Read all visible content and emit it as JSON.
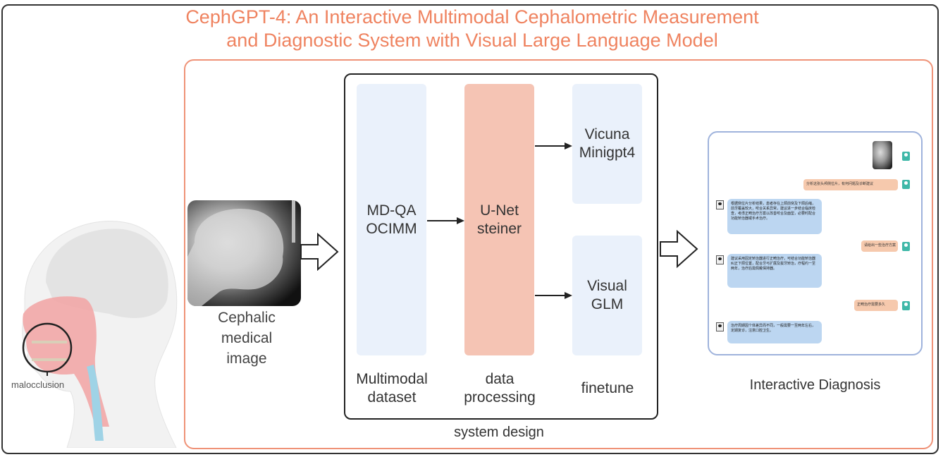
{
  "title": {
    "line1": "CephGPT-4: An Interactive Multimodal Cephalometric Measurement",
    "line2": "and Diagnostic System with Visual Large Language Model"
  },
  "colors": {
    "title": "#ef8360",
    "frame_orange": "#ef9277",
    "column_blue": "#eaf1fb",
    "column_salmon": "#f5c4b4",
    "chat_border": "#9fb3dc",
    "user_bubble": "#f6c9ad",
    "bot_bubble": "#bcd6f1",
    "user_icon": "#3fb8a8"
  },
  "illustration": {
    "annotation": "malocclusion"
  },
  "input": {
    "label_lines": [
      "Cephalic",
      "medical",
      "image"
    ]
  },
  "system_design": {
    "label": "system design",
    "columns": [
      {
        "boxes": [
          {
            "lines": [
              "MD-QA",
              "OCIMM"
            ]
          }
        ],
        "label_lines": [
          "Multimodal",
          "dataset"
        ]
      },
      {
        "boxes": [
          {
            "lines": [
              "U-Net",
              "steiner"
            ]
          }
        ],
        "label_lines": [
          "data",
          "processing"
        ]
      },
      {
        "boxes": [
          {
            "lines": [
              "Vicuna",
              "Minigpt4"
            ]
          },
          {
            "lines": [
              "Visual",
              "GLM"
            ]
          }
        ],
        "label_lines": [
          "finetune"
        ]
      }
    ]
  },
  "chat": {
    "label": "Interactive Diagnosis",
    "messages": [
      {
        "role": "user",
        "type": "image"
      },
      {
        "role": "user",
        "text": "分析这张头颅侧位片，有何问题及诊断建议"
      },
      {
        "role": "assistant",
        "text": "根据侧位片分析结果，患者存在上颌前突及下颌后缩，前牙覆盖较大，咬合关系异常，建议进一步结合临床检查，考虑正畸治疗方案以改善咬合及面型，必要时配合功能矫治器或手术治疗。"
      },
      {
        "role": "user",
        "text": "请给出一些治疗方案"
      },
      {
        "role": "assistant",
        "text": "建议采用固定矫治器进行正畸治疗，可结合功能矫治器纠正下颌位置，配合牙弓扩展及拔牙矫治，疗程约一至两年，治疗后需佩戴保持器。"
      },
      {
        "role": "user",
        "text": "正畸治疗需要多久"
      },
      {
        "role": "assistant",
        "text": "治疗周期因个体差异而不同，一般需要一至两年左右，定期复诊，注意口腔卫生。"
      }
    ]
  }
}
